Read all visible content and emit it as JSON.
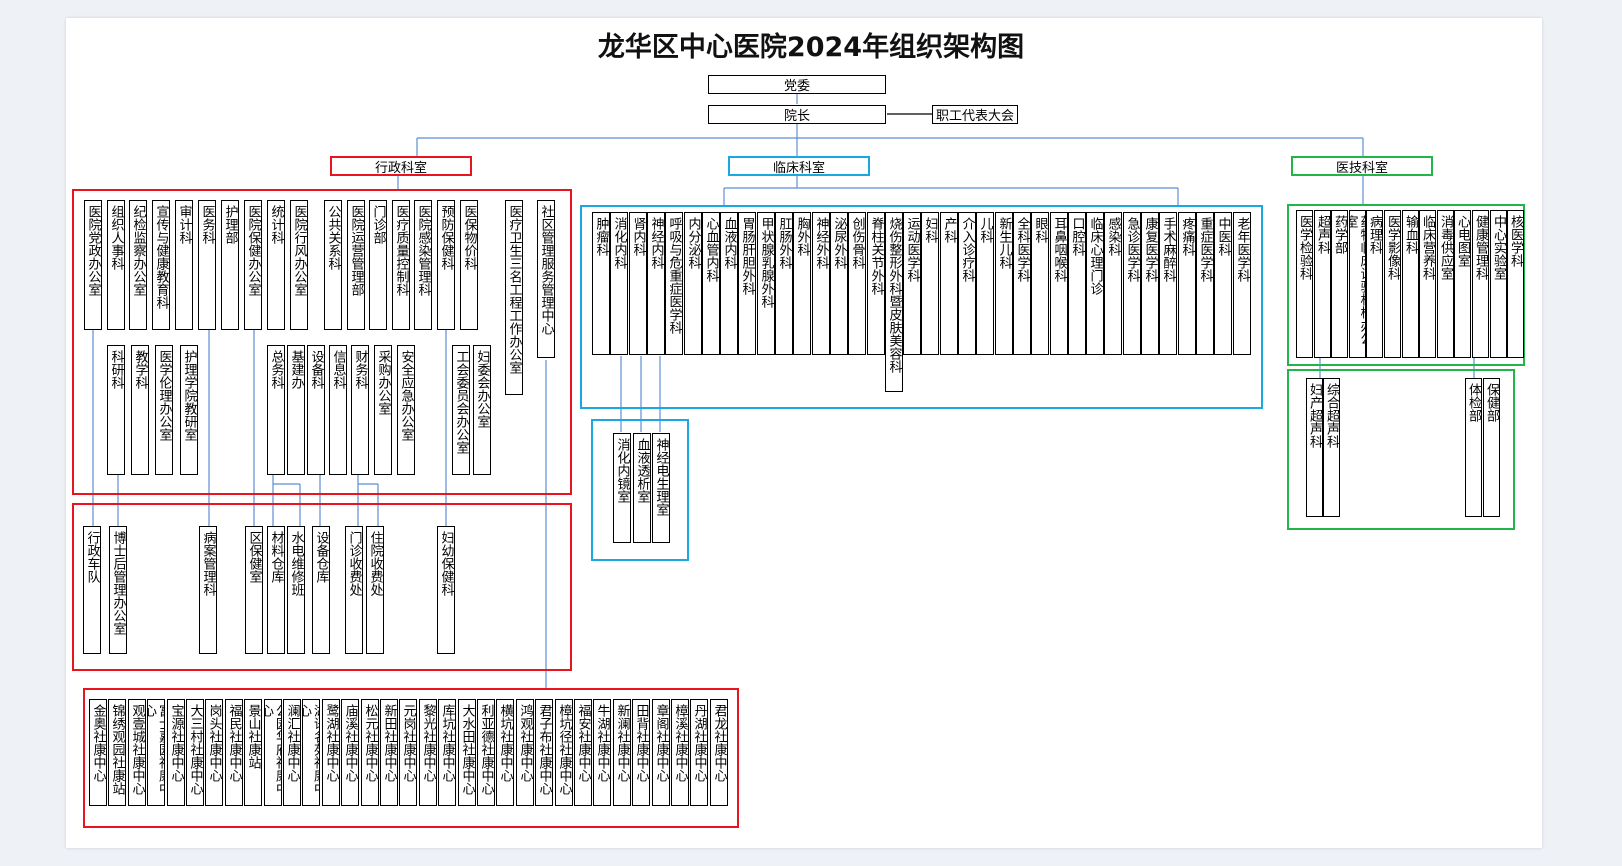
{
  "title": "龙华区中心医院2024年组织架构图",
  "colors": {
    "admin": "#e8141e",
    "clinical": "#19a8e0",
    "medtech": "#21b54a",
    "line": "#5b8fd6"
  },
  "top": {
    "party": "党委",
    "president": "院长",
    "staff_congress": "职工代表大会"
  },
  "categories": {
    "admin": "行政科室",
    "clinical": "临床科室",
    "medtech": "医技科室"
  },
  "admin_row1": [
    "医院党政办公室",
    "组织人事科",
    "纪检监察办公室",
    "宣传与健康教育科",
    "审计科",
    "医务科",
    "护理部",
    "医院保健办公室",
    "统计科",
    "医院行风办公室",
    "公共关系科",
    "医院运营管理部",
    "门诊部",
    "医疗质量控制科",
    "医院感染管理科",
    "预防保健科",
    "医保物价科",
    "医疗卫生三名工程工作办公室",
    "社区管理服务管理中心"
  ],
  "admin_row2": [
    "科研科",
    "教学科",
    "医学伦理办公室",
    "护理学院教研室",
    "总务科",
    "基建办",
    "设备科",
    "信息科",
    "财务科",
    "采购办公室",
    "安全应急办公室",
    "工会委员会办公室",
    "妇委会办公室"
  ],
  "admin_row3": [
    "行政车队",
    "博士后管理办公室",
    "病案管理科",
    "区保健室",
    "材料仓库",
    "水电维修班",
    "设备仓库",
    "门诊收费处",
    "住院收费处",
    "妇幼保健科"
  ],
  "community": [
    "金奥社康中心",
    "锦绣观园社康站",
    "观壹城社康中心",
    "富士嘉园社康中心",
    "宝源社康中心",
    "大三村社康中心",
    "岗头社康中心",
    "福民社康中心",
    "景山社康站",
    "公园华府社康中心",
    "澜汇社康中心",
    "湖语名苑社康中心",
    "鹭湖社康中心",
    "庙溪社康中心",
    "松元社康中心",
    "新田社康中心",
    "元岗社康中心",
    "黎光社康中心",
    "库坑社康中心",
    "大水田社康中心",
    "利亚德社康中心",
    "横坑社康中心",
    "鸿观社康中心",
    "君子布社康中心",
    "樟坑径社康中心",
    "福安社康中心",
    "牛湖社康中心",
    "新澜社康中心",
    "田背社康中心",
    "章阁社康中心",
    "樟溪社康中心",
    "丹湖社康中心",
    "君龙社康中心"
  ],
  "clinical_row1": [
    "肿瘤科",
    "消化内科",
    "肾内科",
    "神经内科",
    "呼吸与危重症医学科",
    "内分泌科",
    "心血管内科",
    "血液内科",
    "胃肠肝胆外科",
    "甲状腺乳腺外科",
    "肛肠外科",
    "胸外科",
    "神经外科",
    "泌尿外科",
    "创伤骨科",
    "脊柱关节外科",
    "烧伤整形外科暨皮肤美容科",
    "运动医学科",
    "妇科",
    "产科",
    "介入诊疗科",
    "儿科",
    "新生儿科",
    "全科医学科",
    "眼科",
    "耳鼻咽喉科",
    "口腔科",
    "临床心理门诊",
    "感染科",
    "急诊医学科",
    "康复医学科",
    "手术麻醉科",
    "疼痛科",
    "重症医学科",
    "中医科",
    "老年医学科"
  ],
  "clinical_row2": [
    "消化内镜室",
    "血液透析室",
    "神经电生理室"
  ],
  "medtech_row1": [
    "医学检验科",
    "超声科",
    "药学部",
    "药物临床试验机构办公室",
    "病理科",
    "医学影像科",
    "输血科",
    "临床营养科",
    "消毒供应室",
    "心电图室",
    "健康管理科",
    "中心实验室",
    "核医学科"
  ],
  "medtech_row2": [
    "妇产超声科",
    "综合超声科",
    "体检部",
    "保健部"
  ]
}
